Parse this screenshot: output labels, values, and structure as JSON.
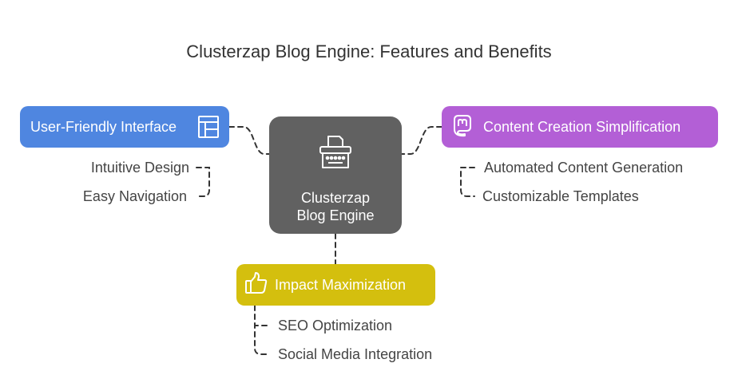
{
  "title": "Clusterzap Blog Engine: Features and Benefits",
  "center": {
    "line1": "Clusterzap",
    "line2": "Blog Engine",
    "icon": "typewriter-icon",
    "color": "#616161"
  },
  "branches": {
    "user_friendly": {
      "label": "User-Friendly Interface",
      "icon": "layout-icon",
      "color": "#4f86e0",
      "items": [
        "Intuitive Design",
        "Easy Navigation"
      ]
    },
    "content_creation": {
      "label": "Content Creation Simplification",
      "icon": "mastodon-icon",
      "color": "#b35fd6",
      "items": [
        "Automated Content Generation",
        "Customizable Templates"
      ]
    },
    "impact": {
      "label": "Impact Maximization",
      "icon": "thumbs-up-icon",
      "color": "#d4bf0e",
      "items": [
        "SEO Optimization",
        "Social Media Integration"
      ]
    }
  }
}
